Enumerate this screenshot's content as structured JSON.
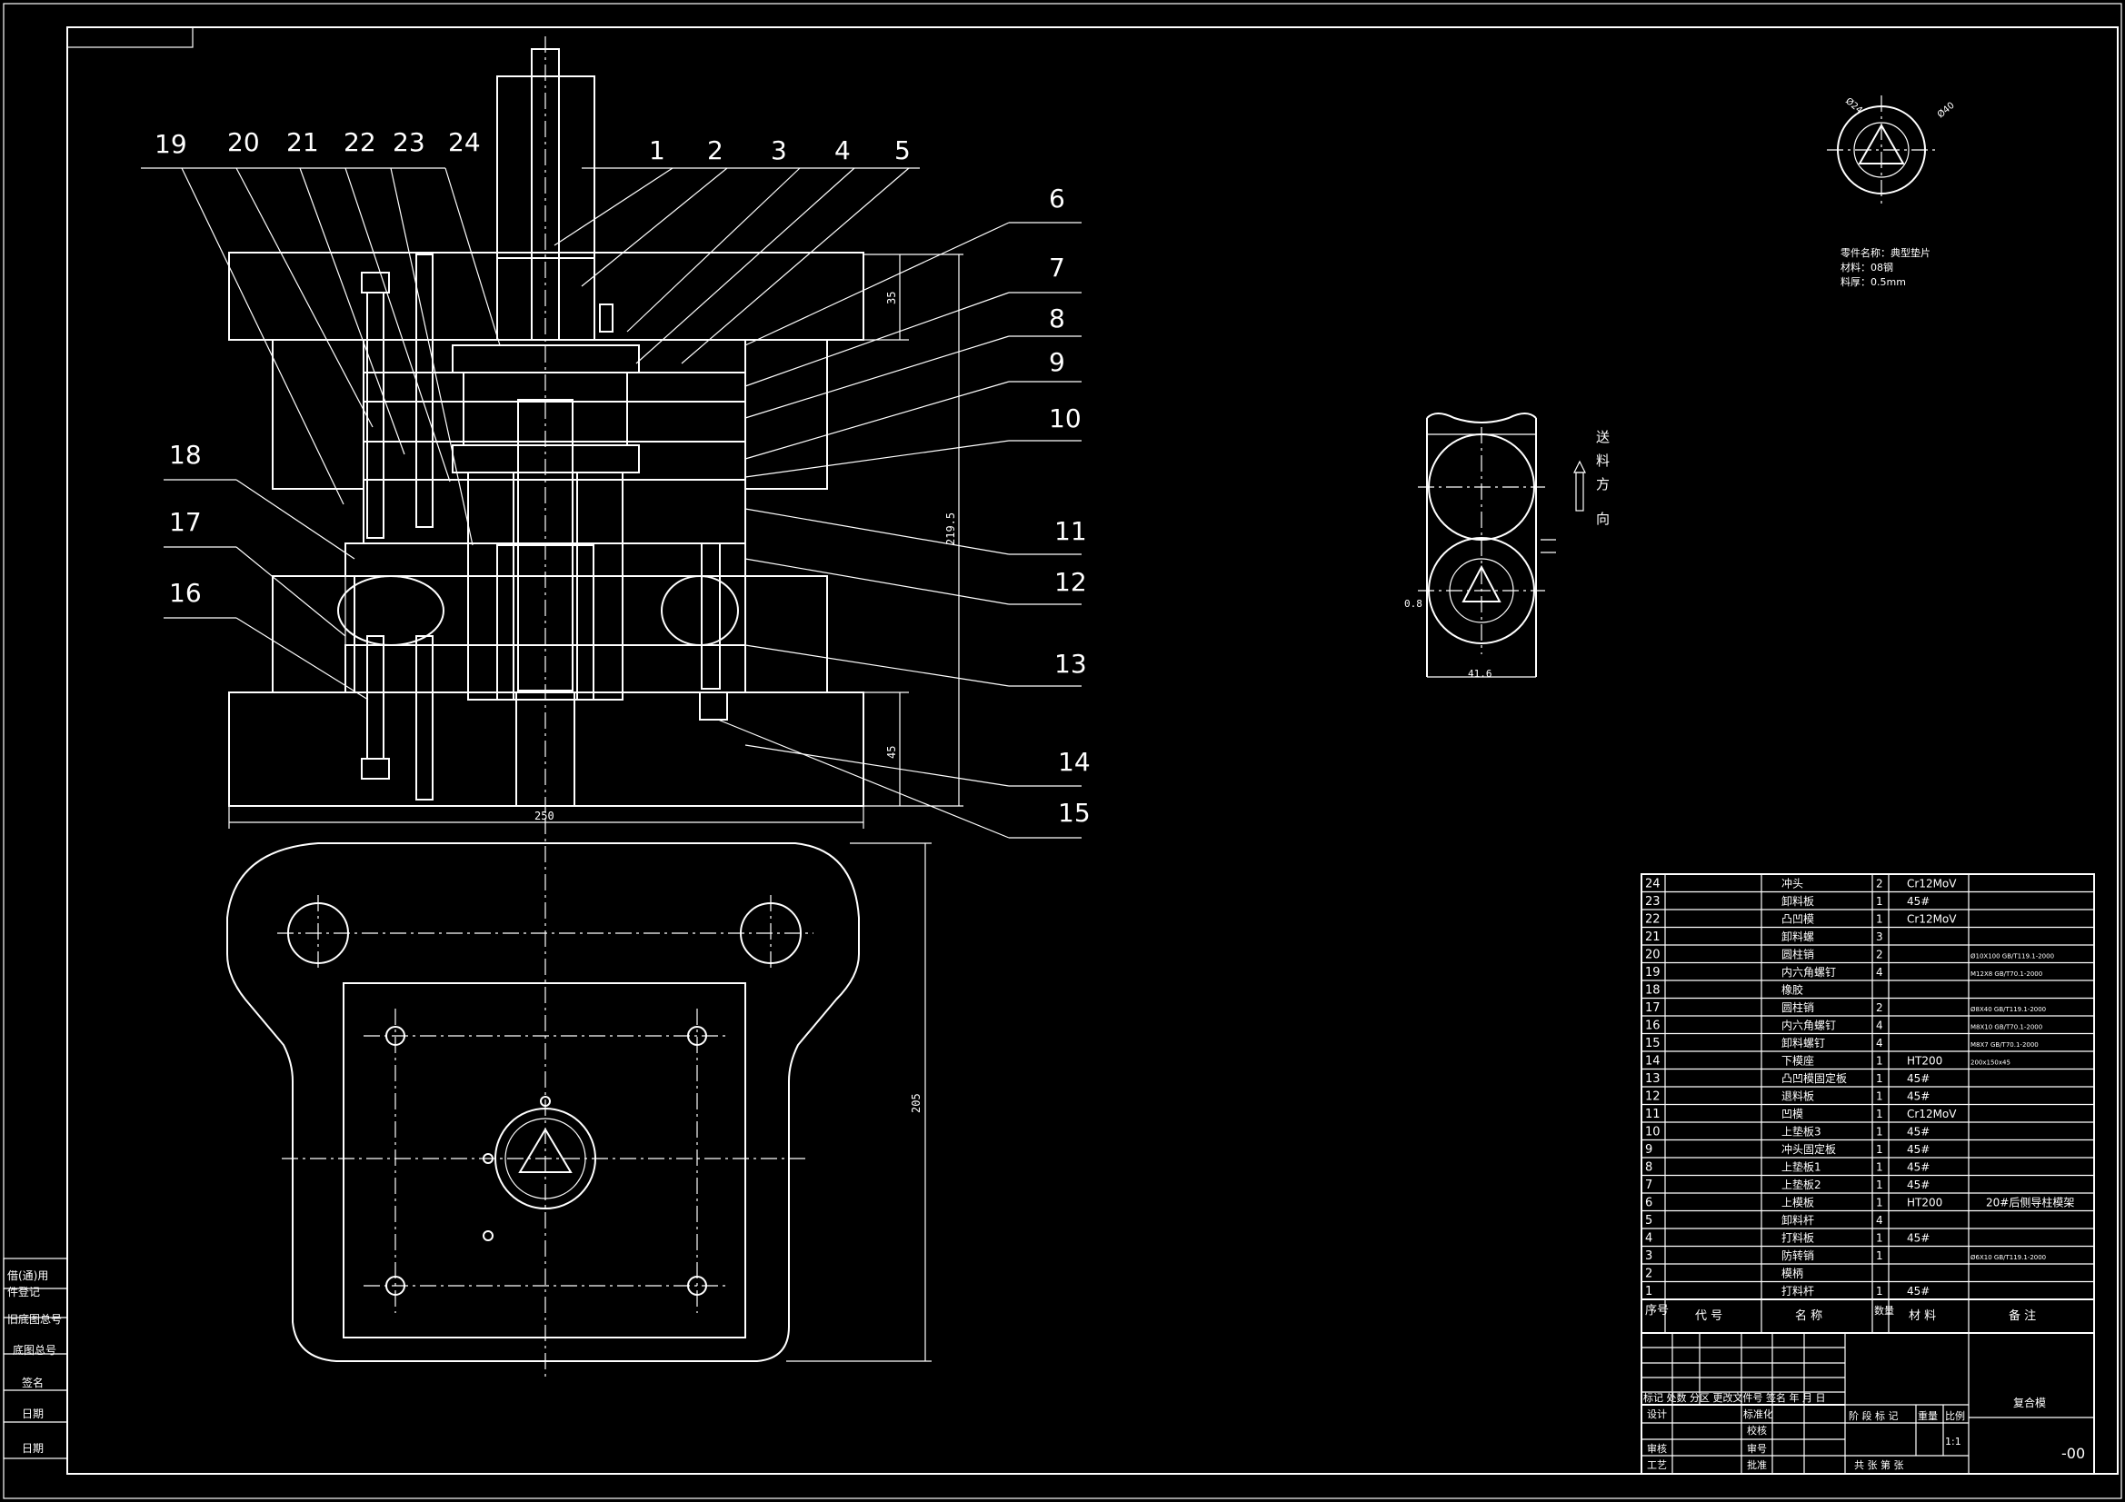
{
  "balloons_left": [
    "19",
    "20",
    "21",
    "22",
    "23",
    "24",
    "1",
    "2",
    "3",
    "4",
    "5"
  ],
  "balloons_right": [
    "6",
    "7",
    "8",
    "9",
    "10",
    "11",
    "12",
    "13",
    "14",
    "15"
  ],
  "balloons_side": [
    "18",
    "17",
    "16"
  ],
  "dims": {
    "d35": "35",
    "d2195": "219.5",
    "d45": "45",
    "d250": "250",
    "d205": "205",
    "d416": "41.6",
    "d08": "0.8"
  },
  "part": {
    "name": "零件名称：典型垫片",
    "material": "材料：08钢",
    "thickness": "料厚：0.5mm",
    "dia_a": "Ø24",
    "dia_b": "Ø40"
  },
  "feed": {
    "c1": "送",
    "c2": "料",
    "c3": "方",
    "c4": "向"
  },
  "left_column": [
    "借(通)用",
    "件登记",
    "旧底图总号",
    "底图总号",
    "签名",
    "日期",
    "日期"
  ],
  "bom": [
    {
      "no": "24",
      "name": "冲头",
      "qty": "2",
      "mat": "Cr12MoV",
      "std": "",
      "note": ""
    },
    {
      "no": "23",
      "name": "卸料板",
      "qty": "1",
      "mat": "45#",
      "std": "",
      "note": ""
    },
    {
      "no": "22",
      "name": "凸凹模",
      "qty": "1",
      "mat": "Cr12MoV",
      "std": "",
      "note": ""
    },
    {
      "no": "21",
      "name": "卸料螺",
      "qty": "3",
      "mat": "",
      "std": "",
      "note": ""
    },
    {
      "no": "20",
      "name": "圆柱销",
      "qty": "2",
      "mat": "",
      "std": "Ø10X100 GB/T119.1-2000",
      "note": ""
    },
    {
      "no": "19",
      "name": "内六角螺钉",
      "qty": "4",
      "mat": "",
      "std": "M12X8 GB/T70.1-2000",
      "note": ""
    },
    {
      "no": "18",
      "name": "橡胶",
      "qty": "",
      "mat": "",
      "std": "",
      "note": ""
    },
    {
      "no": "17",
      "name": "圆柱销",
      "qty": "2",
      "mat": "",
      "std": "Ø8X40 GB/T119.1-2000",
      "note": ""
    },
    {
      "no": "16",
      "name": "内六角螺钉",
      "qty": "4",
      "mat": "",
      "std": "M8X10 GB/T70.1-2000",
      "note": ""
    },
    {
      "no": "15",
      "name": "卸料螺钉",
      "qty": "4",
      "mat": "",
      "std": "M8X7 GB/T70.1-2000",
      "note": ""
    },
    {
      "no": "14",
      "name": "下模座",
      "qty": "1",
      "mat": "HT200",
      "std": "200x150x45",
      "note": ""
    },
    {
      "no": "13",
      "name": "凸凹模固定板",
      "qty": "1",
      "mat": "45#",
      "std": "",
      "note": ""
    },
    {
      "no": "12",
      "name": "退料板",
      "qty": "1",
      "mat": "45#",
      "std": "",
      "note": ""
    },
    {
      "no": "11",
      "name": "凹模",
      "qty": "1",
      "mat": "Cr12MoV",
      "std": "",
      "note": ""
    },
    {
      "no": "10",
      "name": "上垫板3",
      "qty": "1",
      "mat": "45#",
      "std": "",
      "note": ""
    },
    {
      "no": "9",
      "name": "冲头固定板",
      "qty": "1",
      "mat": "45#",
      "std": "",
      "note": ""
    },
    {
      "no": "8",
      "name": "上垫板1",
      "qty": "1",
      "mat": "45#",
      "std": "",
      "note": ""
    },
    {
      "no": "7",
      "name": "上垫板2",
      "qty": "1",
      "mat": "45#",
      "std": "",
      "note": ""
    },
    {
      "no": "6",
      "name": "上模板",
      "qty": "1",
      "mat": "HT200",
      "std": "",
      "note": "20#后侧导柱模架"
    },
    {
      "no": "5",
      "name": "卸料杆",
      "qty": "4",
      "mat": "",
      "std": "",
      "note": ""
    },
    {
      "no": "4",
      "name": "打料板",
      "qty": "1",
      "mat": "45#",
      "std": "",
      "note": ""
    },
    {
      "no": "3",
      "name": "防转销",
      "qty": "1",
      "mat": "",
      "std": "Ø6X10 GB/T119.1-2000",
      "note": ""
    },
    {
      "no": "2",
      "name": "模柄",
      "qty": "",
      "mat": "",
      "std": "",
      "note": ""
    },
    {
      "no": "1",
      "name": "打料杆",
      "qty": "1",
      "mat": "45#",
      "std": "",
      "note": ""
    }
  ],
  "bom_header": {
    "no": "序号",
    "code": "代 号",
    "name": "名 称",
    "qty": "数量",
    "mat": "材 料",
    "note": "备 注"
  },
  "title_block": {
    "revision": "标记 处数 分区 更改文件号 签名 年 月 日",
    "design": "设计",
    "standard": "标准化",
    "check": "审核",
    "proofread": "校核",
    "process": "工艺",
    "approve": "批准",
    "rev2": "审号",
    "stage": "阶 段 标 记",
    "weight": "重量",
    "scale_label": "比例",
    "scale": "1:1",
    "sheets": "共  张 第  张",
    "drawing_name": "复合模",
    "drawing_no": "-00"
  }
}
